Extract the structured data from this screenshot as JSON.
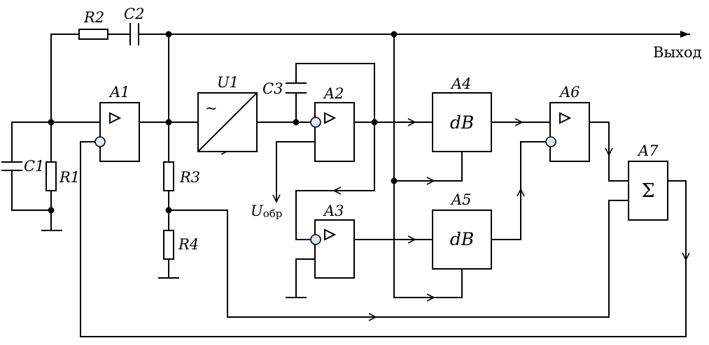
{
  "labels": {
    "A1": "A1",
    "A2": "A2",
    "A3": "A3",
    "A4": "A4",
    "A5": "A5",
    "A6": "A6",
    "A7": "A7",
    "U1": "U1",
    "R1": "R1",
    "R2": "R2",
    "R3": "R3",
    "R4": "R4",
    "C1": "C1",
    "C2": "C2",
    "C3": "C3",
    "U_main": "U",
    "U_sub": "обр",
    "output": "Выход"
  },
  "block_text": {
    "converter_symbol": "~",
    "a4_text": "dB",
    "a5_text": "dB",
    "a7_text": "Σ"
  }
}
